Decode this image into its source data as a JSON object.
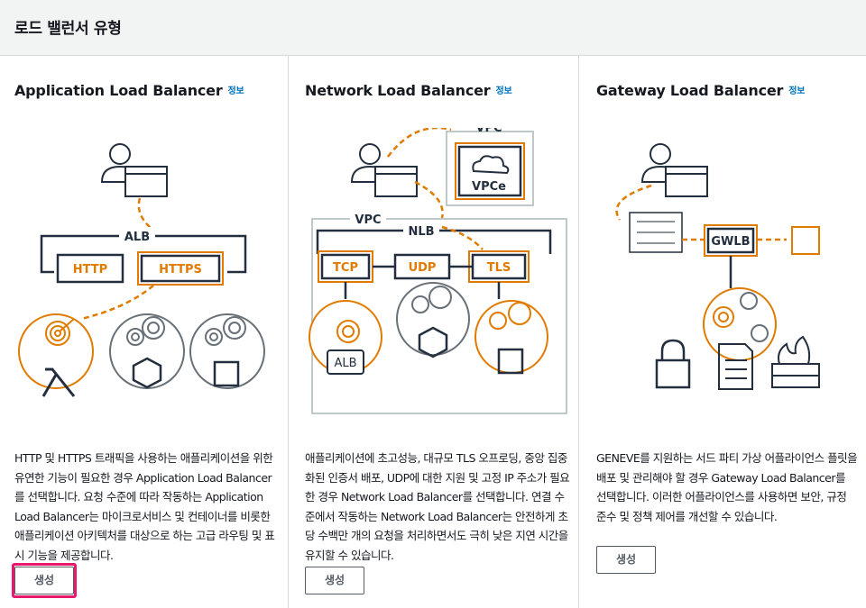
{
  "page": {
    "title": "로드 밸런서 유형"
  },
  "cards": [
    {
      "title": "Application Load Balancer",
      "info": "정보",
      "diagram": {
        "group": "ALB",
        "protocols": [
          "HTTP",
          "HTTPS"
        ]
      },
      "description": "HTTP 및 HTTPS 트래픽을 사용하는 애플리케이션을 위한 유연한 기능이 필요한 경우 Application Load Balancer를 선택합니다. 요청 수준에 따라 작동하는 Application Load Balancer는 마이크로서비스 및 컨테이너를 비롯한 애플리케이션 아키텍처를 대상으로 하는 고급 라우팅 및 표시 기능을 제공합니다.",
      "button": "생성"
    },
    {
      "title": "Network Load Balancer",
      "info": "정보",
      "diagram": {
        "vpc_top": "VPC",
        "endpoint": "VPCe",
        "vpc": "VPC",
        "group": "NLB",
        "protocols": [
          "TCP",
          "UDP",
          "TLS"
        ],
        "target": "ALB"
      },
      "description": "애플리케이션에 초고성능, 대규모 TLS 오프로딩, 중앙 집중화된 인증서 배포, UDP에 대한 지원 및 고정 IP 주소가 필요한 경우 Network Load Balancer를 선택합니다. 연결 수준에서 작동하는 Network Load Balancer는 안전하게 초당 수백만 개의 요청을 처리하면서도 극히 낮은 지연 시간을 유지할 수 있습니다.",
      "button": "생성"
    },
    {
      "title": "Gateway Load Balancer",
      "info": "정보",
      "diagram": {
        "group": "GWLB"
      },
      "description": "GENEVE를 지원하는 서드 파티 가상 어플라이언스 플릿을 배포 및 관리해야 할 경우 Gateway Load Balancer를 선택합니다. 이러한 어플라이언스를 사용하면 보안, 규정 준수 및 정책 제어를 개선할 수 있습니다.",
      "button": "생성"
    }
  ],
  "colors": {
    "accent": "#e07b00",
    "border": "#d5dbdb",
    "link": "#0073bb",
    "highlight": "#e8196c"
  }
}
